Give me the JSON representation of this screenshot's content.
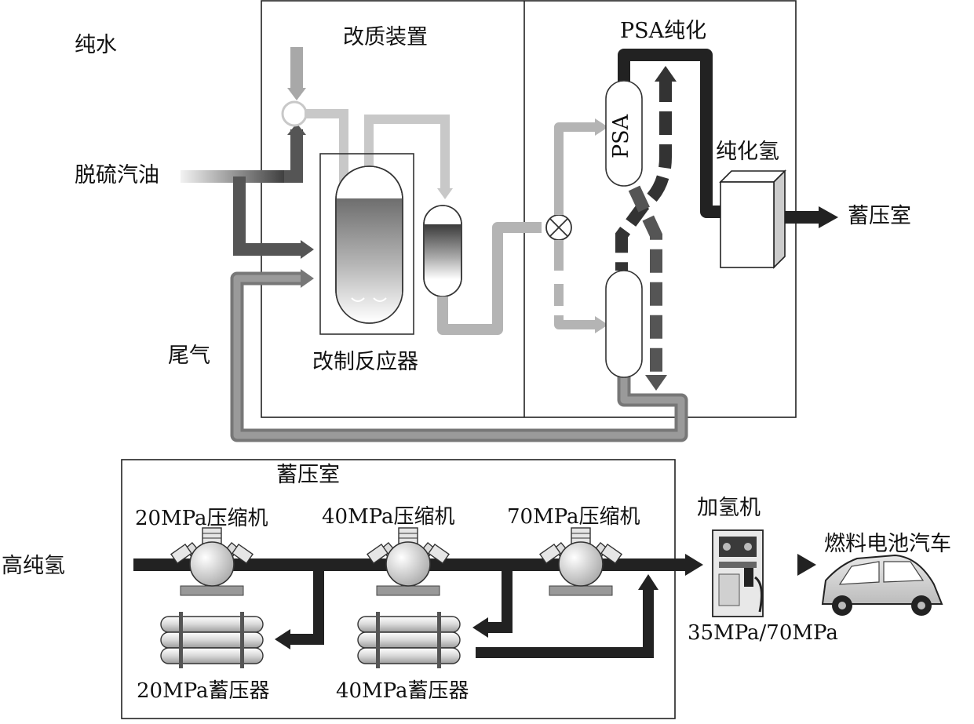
{
  "inputs": {
    "pure_water": "纯水",
    "desulfurized_gasoline": "脱硫汽油",
    "tail_gas": "尾气",
    "high_purity_hydrogen": "高纯氢"
  },
  "reforming_unit": {
    "title": "改质装置",
    "reactor": "改制反应器"
  },
  "psa_unit": {
    "title": "PSA纯化",
    "column_label": "PSA",
    "purified_hydrogen": "纯化氢",
    "to_storage": "蓄压室"
  },
  "storage_room": {
    "title": "蓄压室",
    "compressors": [
      "20MPa压缩机",
      "40MPa压缩机",
      "70MPa压缩机"
    ],
    "accumulators": [
      "20MPa蓄压器",
      "40MPa蓄压器"
    ]
  },
  "dispenser": {
    "title": "加氢机",
    "pressure": "35MPa/70MPa"
  },
  "vehicle": {
    "label": "燃料电池汽车"
  }
}
